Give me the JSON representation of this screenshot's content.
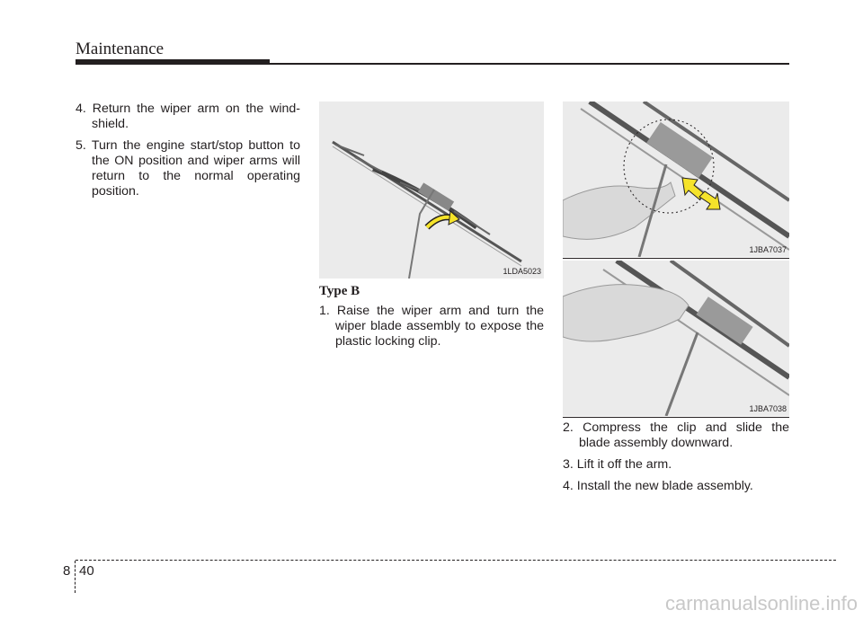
{
  "header": {
    "title": "Maintenance"
  },
  "column1": {
    "steps": [
      "4. Return the wiper arm on the wind-shield.",
      "5. Turn the engine start/stop button to the ON position and wiper arms will return to the normal operating position."
    ]
  },
  "column2": {
    "figure_code": "1LDA5023",
    "heading": "Type B",
    "steps": [
      "1. Raise the wiper arm and turn the wiper blade assembly to expose the plastic locking clip."
    ]
  },
  "column3": {
    "figure1_code": "1JBA7037",
    "figure2_code": "1JBA7038",
    "steps": [
      "2. Compress the clip and slide the blade assembly downward.",
      "3. Lift it off the arm.",
      "4. Install the new blade assembly."
    ]
  },
  "footer": {
    "chapter": "8",
    "page": "40",
    "watermark": "carmanualsonline.info"
  },
  "colors": {
    "arrow": "#f5e32a",
    "text": "#231f20",
    "figure_bg": "#ebebeb"
  }
}
